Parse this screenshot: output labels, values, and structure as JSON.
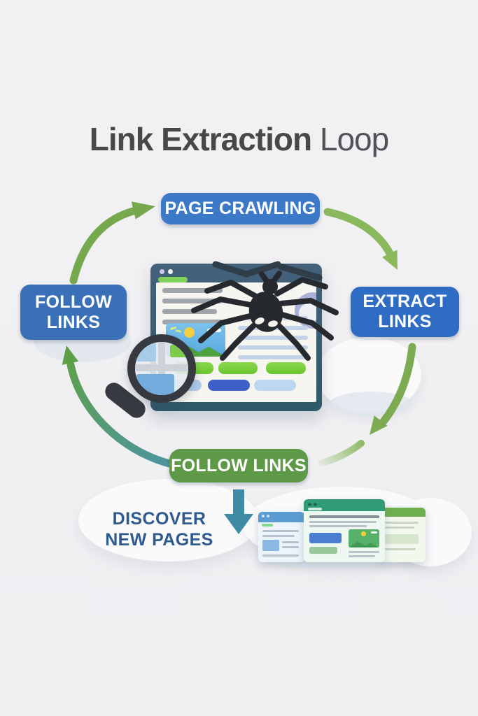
{
  "title": {
    "primary": "Link Extraction",
    "secondary": " Loop"
  },
  "loop": {
    "nodes": [
      {
        "id": "page-crawling",
        "label": "PAGE CRAWLING",
        "color": "#3c79c7"
      },
      {
        "id": "extract-links",
        "label": "EXTRACT\nLINKS",
        "color": "#2f6cc3"
      },
      {
        "id": "follow-links-bottom",
        "label": "FOLLOW LINKS",
        "color": "#5e9947"
      },
      {
        "id": "follow-links-left",
        "label": "FOLLOW\nLINKS",
        "color": "#3a70b8"
      }
    ],
    "arrows": [
      {
        "name": "arrow-followlinks-to-pagecrawling",
        "color": "#76a84e"
      },
      {
        "name": "arrow-pagecrawling-to-extractlinks",
        "color": "#8ab85c"
      },
      {
        "name": "arrow-extractlinks-to-followlinks",
        "color": "#7cab51"
      },
      {
        "name": "arrow-followlinks-to-followleft",
        "gradient": [
          "#4a93a8",
          "#5fa04a"
        ]
      }
    ],
    "down_arrow_color": "#3e8ba5"
  },
  "outcome": {
    "line1": "DISCOVER",
    "line2": "NEW PAGES",
    "color": "#2e5a8e"
  },
  "illustration": {
    "center_icons": [
      "browser-window",
      "spider",
      "web-threads",
      "magnifying-glass",
      "lavender-badge"
    ],
    "bottom_right_icons": [
      "new-page-window-blue",
      "new-page-window-green",
      "new-page-window-green-back"
    ]
  },
  "background_color": "#f1f0f2"
}
